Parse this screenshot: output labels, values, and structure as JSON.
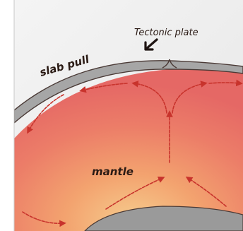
{
  "labels": {
    "tectonic_plate": "Tectonic plate",
    "slab_pull": "slab pull",
    "mantle": "mantle"
  },
  "icons": {
    "pointer": "plate-pointer-arrow-icon"
  },
  "colors": {
    "background": "#efefef",
    "plate": "#a6a6a6",
    "plate_edge": "#4a3a36",
    "mantle_top": "#e8706a",
    "mantle_mid": "#ef8a66",
    "mantle_warm": "#f4c38a",
    "core": "#9a9a9a",
    "arrow": "#c8332c",
    "text": "#2a1a14"
  }
}
